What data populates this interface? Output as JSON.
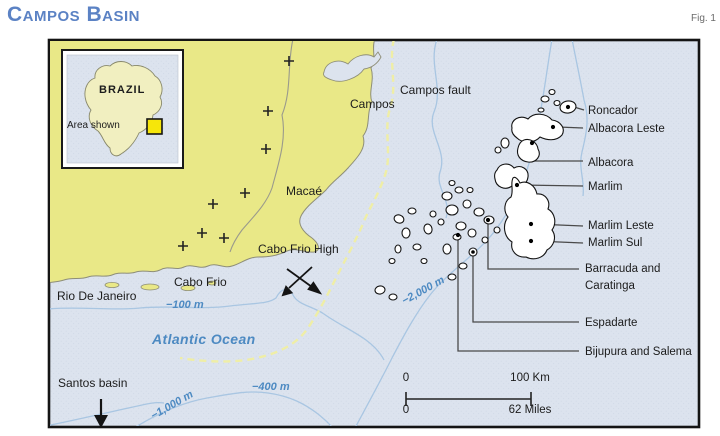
{
  "title": "Campos Basin",
  "fig_label": "Fig. 1",
  "inset": {
    "country_label": "BRAZIL",
    "area_shown_label": "Area shown"
  },
  "labels": {
    "campos": "Campos",
    "macae": "Macaé",
    "cabo_frio": "Cabo Frio",
    "rio_de_janeiro": "Rio De Janeiro",
    "cabo_frio_high": "Cabo Frio High",
    "campos_fault": "Campos fault",
    "atlantic_ocean": "Atlantic Ocean",
    "santos_basin": "Santos basin"
  },
  "depth_contours": {
    "d100": "−100 m",
    "d400": "−400 m",
    "d1000": "−1,000 m",
    "d2000": "−2,000 m"
  },
  "fields": [
    "Roncador",
    "Albacora Leste",
    "Albacora",
    "Marlim",
    "Marlim Leste",
    "Marlim Sul",
    "Barracuda and Caratinga",
    "Espadarte",
    "Bijupura and Salema"
  ],
  "scale": {
    "km_start": "0",
    "km_end": "100 Km",
    "miles_start": "0",
    "miles_end": "62 Miles"
  },
  "colors": {
    "title_blue": "#5b82c4",
    "land": "#e9e887",
    "sea": "#dce3ee",
    "contour_blue": "#a9c6e2",
    "water_text_blue": "#4d8ac2",
    "fault_dash_yellow": "#efeea6",
    "area_square_yellow": "#f6e60a"
  }
}
